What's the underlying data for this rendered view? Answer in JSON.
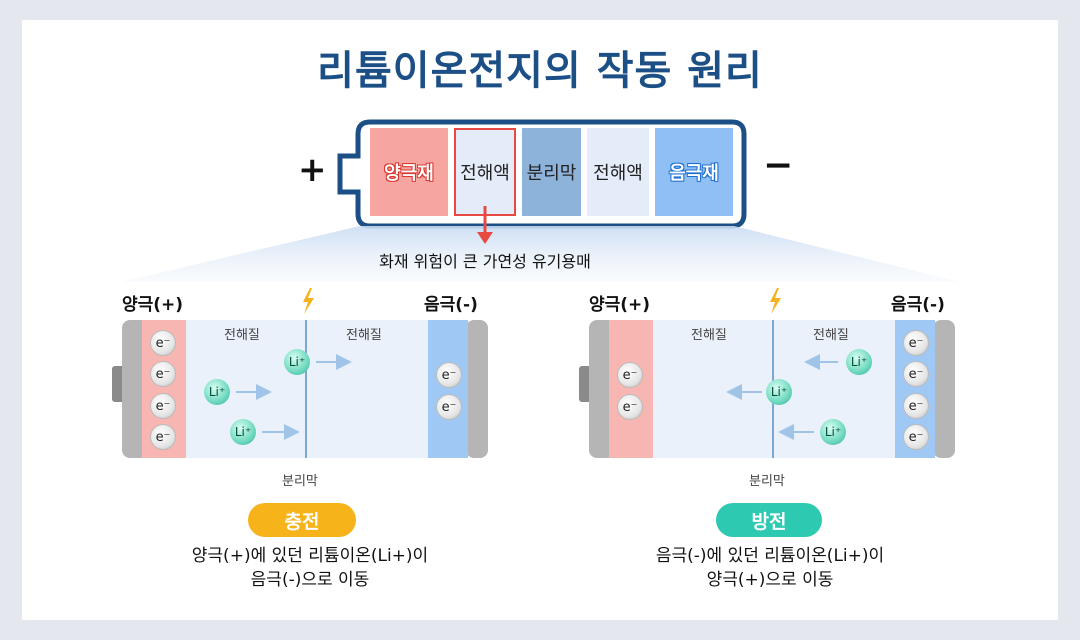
{
  "title": "리튬이온전지의 작동 원리",
  "top_battery": {
    "plus_sign": "+",
    "minus_sign": "−",
    "cells": [
      "양극재",
      "전해액",
      "분리막",
      "전해액",
      "음극재"
    ],
    "callout": "화재 위험이 큰 가연성 유기용매"
  },
  "panels": [
    {
      "id": "charge",
      "cathode_label": "양극(+)",
      "anode_label": "음극(-)",
      "electrolyte_labels": [
        "전해질",
        "전해질"
      ],
      "separator_label": "분리막",
      "badge": "충전",
      "badge_color": "#f6b31a",
      "description": [
        "양극(+)에 있던 리튬이온(Li+)이",
        "음극(-)으로 이동"
      ]
    },
    {
      "id": "discharge",
      "cathode_label": "양극(+)",
      "anode_label": "음극(-)",
      "electrolyte_labels": [
        "전해질",
        "전해질"
      ],
      "separator_label": "분리막",
      "badge": "방전",
      "badge_color": "#2ec9b1",
      "description": [
        "음극(-)에 있던 리튬이온(Li+)이",
        "양극(+)으로 이동"
      ]
    }
  ],
  "particles": {
    "electron": "e⁻",
    "lithium_ion": "Li⁺"
  },
  "colors": {
    "title": "#1b4f86",
    "cathode": "#f7a5a0",
    "anode": "#8fbff5",
    "separator": "#8db3db",
    "electrolyte": "#e3ecf8",
    "callout_arrow": "#e84a43",
    "bolt": "#f5b21c"
  }
}
